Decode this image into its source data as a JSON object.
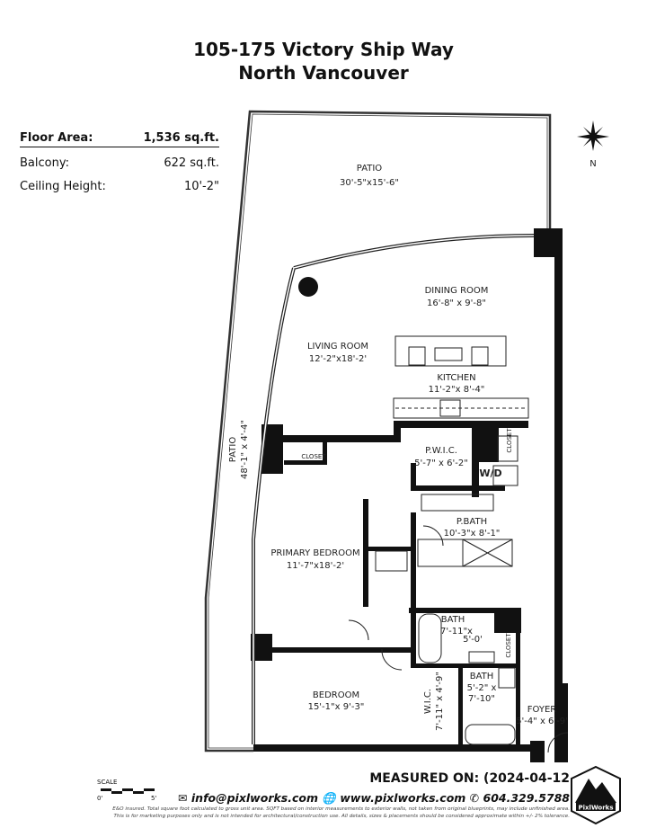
{
  "header": {
    "line1": "105-175 Victory Ship Way",
    "line2": "North Vancouver"
  },
  "stats": [
    {
      "label": "Floor Area:",
      "value": "1,536 sq.ft."
    },
    {
      "label": "Balcony:",
      "value": "622 sq.ft."
    },
    {
      "label": "Ceiling Height:",
      "value": "10'-2\""
    }
  ],
  "compass": {
    "icon": "compass-north-icon",
    "label": "N"
  },
  "rooms": {
    "patio_top": {
      "name": "PATIO",
      "dims": "30'-5\"x15'-6\""
    },
    "patio_side": {
      "name": "PATIO",
      "dims": "48'-1\" x 4'-4\""
    },
    "dining": {
      "name": "DINING ROOM",
      "dims": "16'-8\" x 9'-8\""
    },
    "living": {
      "name": "LIVING ROOM",
      "dims": "12'-2\"x18'-2'"
    },
    "kitchen": {
      "name": "KITCHEN",
      "dims": "11'-2\"x 8'-4\""
    },
    "closet1": {
      "name": "CLOSET"
    },
    "closet2": {
      "name": "CLOSET"
    },
    "closet3": {
      "name": "CLOSET"
    },
    "wd": {
      "name": "W/D"
    },
    "pwic": {
      "name": "P.W.I.C.",
      "dims": "5'-7\" x 6'-2\""
    },
    "pbath": {
      "name": "P.BATH",
      "dims": "10'-3\"x 8'-1\""
    },
    "primary": {
      "name": "PRIMARY BEDROOM",
      "dims": "11'-7\"x18'-2'"
    },
    "bath1": {
      "name": "BATH",
      "dims1": "7'-11\"x",
      "dims2": "5'-0'"
    },
    "bath2": {
      "name": "BATH",
      "dims1": "5'-2\" x",
      "dims2": "7'-10\""
    },
    "wic": {
      "name": "W.I.C.",
      "dims": "7'-11\" x 4'-9\""
    },
    "bedroom": {
      "name": "BEDROOM",
      "dims": "15'-1\"x 9'-3\""
    },
    "foyer": {
      "name": "FOYER",
      "dims": "5'-4\" x 6'-9'"
    }
  },
  "scale": {
    "label": "SCALE",
    "min": "0'",
    "max": "5'"
  },
  "footer": {
    "measured": "MEASURED ON: (2024-04-12",
    "email": "info@pixlworks.com",
    "website": "www.pixlworks.com",
    "phone": "604.329.5788",
    "disclaimer1": "E&O insured. Total square foot calculated to gross unit area. SQFT based on interior measurements to exterior walls, not taken from original blueprints, may include unfinished area.",
    "disclaimer2": "This is for marketing purposes only and is not intended for architectural/construction use.  All details, sizes & placements should be considered approximate within +/- 2% tolerance.",
    "logo_text": "PixlWorks"
  }
}
